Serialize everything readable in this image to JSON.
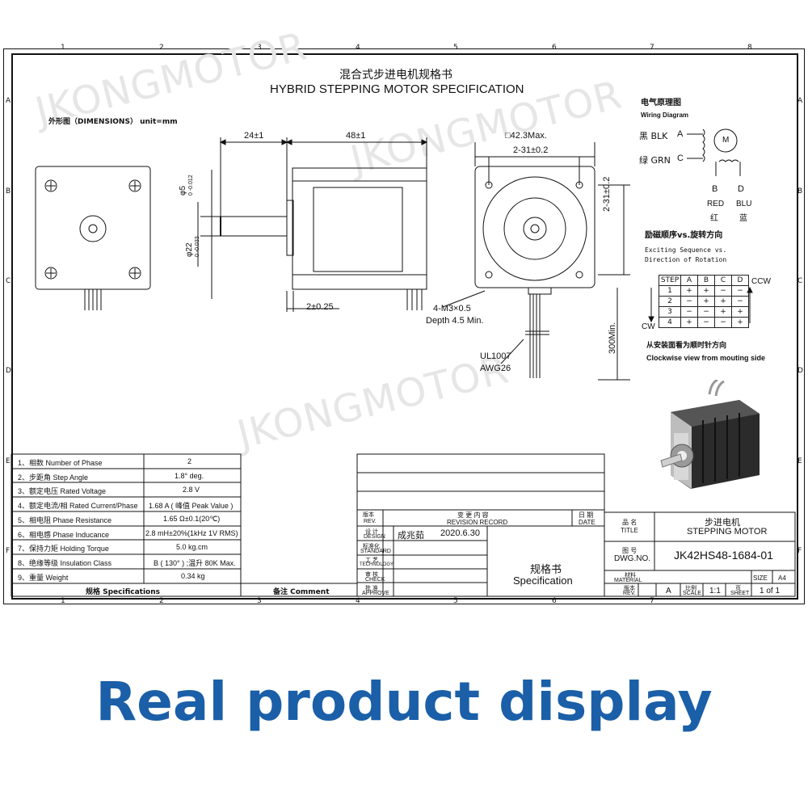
{
  "title_cn": "混合式步进电机规格书",
  "title_en": "HYBRID STEPPING MOTOR SPECIFICATION",
  "watermark": "JKONGMOTOR",
  "ruler": {
    "columns": [
      "1",
      "2",
      "3",
      "4",
      "5",
      "6",
      "7",
      "8"
    ],
    "rows": [
      "A",
      "B",
      "C",
      "D",
      "E",
      "F"
    ]
  },
  "dimensions": {
    "header": "外形图（DIMENSIONS）  unit=mm",
    "d24": "24±1",
    "d48": "48±1",
    "d42": "□42.3Max.",
    "d31h": "2-31±0.2",
    "d31v": "2-31±0.2",
    "shaft_d5": "φ5",
    "shaft_d5_tol": "0 -0.012",
    "boss_d22": "φ22",
    "boss_d22_tol": "0 -0.033",
    "d2": "2±0.25",
    "screw": "4-M3×0.5",
    "depth": "Depth 4.5 Min.",
    "cable1": "UL1007",
    "cable2": "AWG26",
    "lead_len": "300Min."
  },
  "wiring": {
    "title_cn": "电气原理图",
    "title_en": "Wiring Diagram",
    "blk": "黑 BLK",
    "grn": "绿 GRN",
    "a": "A",
    "c": "C",
    "b": "B",
    "d": "D",
    "m": "M",
    "red": "RED",
    "red_cn": "红",
    "blu": "BLU",
    "blu_cn": "蓝"
  },
  "sequence": {
    "title_cn": "励磁顺序vs.旋转方向",
    "title_en1": "Exciting Sequence vs.",
    "title_en2": "Direction of Rotation",
    "headers": [
      "STEP",
      "A",
      "B",
      "C",
      "D"
    ],
    "rows": [
      [
        "1",
        "+",
        "+",
        "−",
        "−"
      ],
      [
        "2",
        "−",
        "+",
        "+",
        "−"
      ],
      [
        "3",
        "−",
        "−",
        "+",
        "+"
      ],
      [
        "4",
        "+",
        "−",
        "−",
        "+"
      ]
    ],
    "ccw": "CCW",
    "cw": "CW",
    "note_cn": "从安装面看为顺时针方向",
    "note_en": "Clockwise view from mouting side"
  },
  "specs": {
    "rows": [
      {
        "label": "1、相数 Number of Phase",
        "value": "2"
      },
      {
        "label": "2、步距角 Step Angle",
        "value": "1.8°  deg."
      },
      {
        "label": "3、额定电压 Rated Voltage",
        "value": "2.8 V"
      },
      {
        "label": "4、额定电流/相 Rated Current/Phase",
        "value": "1.68 A ( 峰值 Peak Value )"
      },
      {
        "label": "5、相电阻 Phase Resistance",
        "value": "1.65 Ω±0.1(20℃)"
      },
      {
        "label": "6、相电感 Phase Inducance",
        "value": "2.8 mH±20%(1kHz 1V RMS)"
      },
      {
        "label": "7、保持力矩  Holding Torque",
        "value": "5.0 kg.cm"
      },
      {
        "label": "8、绝缘等级 Insulation Class",
        "value": "B ( 130° ) ;温升  80K Max."
      },
      {
        "label": "9、重量 Weight",
        "value": "0.34 kg"
      }
    ],
    "footer_spec": "规格 Specifications",
    "footer_comment": "备注 Comment"
  },
  "revision": {
    "rev_cn": "版本",
    "rev_en": "REV.",
    "record_cn": "变 更 内 容",
    "record_en": "REVISION RECORD",
    "date_cn": "日 期",
    "date_en": "DATE",
    "design_cn": "设 计",
    "design_en": "DESIGN",
    "designer": "成兆茹",
    "design_date": "2020.6.30",
    "std_cn": "标准化",
    "std_en": "STANDARD",
    "tech_cn": "工 艺",
    "tech_en": "TECHNOLOGY",
    "check_cn": "审 核",
    "check_en": "CHECK",
    "approve_cn": "批 准",
    "approve_en": "APPROVE",
    "spec_cn": "规格书",
    "spec_en": "Specification"
  },
  "titleblock": {
    "title_label_cn": "品 名",
    "title_label_en": "TITLE",
    "title_cn": "步进电机",
    "title_en": "STEPPING MOTOR",
    "dwg_label_cn": "图 号",
    "dwg_label_en": "DWG.NO.",
    "dwg_no": "JK42HS48-1684-01",
    "material_cn": "材料",
    "material_en": "MATERIAL",
    "size_label": "SIZE",
    "size": "A4",
    "rev_label_cn": "版本",
    "rev_label_en": "REV.",
    "rev": "A",
    "scale_cn": "比例",
    "scale_en": "SCALE",
    "scale": "1:1",
    "sheet_cn": "页",
    "sheet_en": "SHEET",
    "sheet": "1 of 1"
  },
  "promo": "Real product display",
  "colors": {
    "promo": "#1a5fa8",
    "line": "#111111",
    "watermark": "#e6e6e6"
  }
}
